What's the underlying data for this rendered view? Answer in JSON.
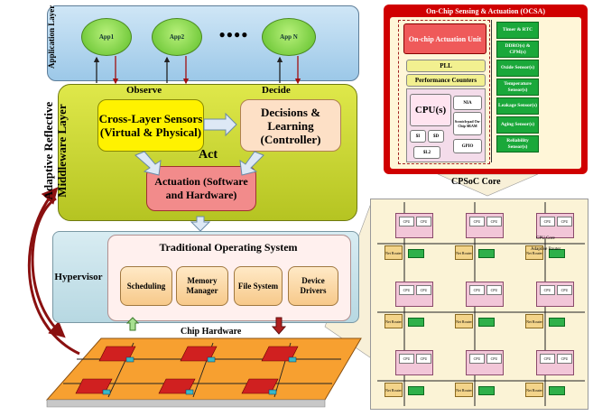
{
  "application_layer": {
    "label": "Application Layer",
    "apps": [
      "App1",
      "App2",
      "App N"
    ],
    "ellipsis": "●●●●"
  },
  "middleware": {
    "label": "Adaptive Reflective Middleware Layer",
    "observe": "Observe",
    "decide": "Decide",
    "act": "Act",
    "sensors": "Cross-Layer Sensors (Virtual & Physical)",
    "decisions": "Decisions & Learning (Controller)",
    "actuation": "Actuation (Software and Hardware)"
  },
  "os": {
    "hypervisor": "Hypervisor",
    "title": "Traditional Operating System",
    "components": [
      "Scheduling",
      "Memory Manager",
      "File System",
      "Device Drivers"
    ]
  },
  "chip_hardware": "Chip Hardware",
  "ocsa": {
    "title": "On-Chip Sensing & Actuation (OCSA)",
    "actuation_unit": "On-chip Actuation Unit",
    "pll": "PLL",
    "perf_counters": "Performance Counters",
    "cpu": "CPU(s)",
    "nia": "NIA",
    "scratchpad": "Scratch-pad On-Chip SRAM",
    "gpio": "GPIO",
    "cache": [
      "$I",
      "$D",
      "$L2"
    ],
    "sensors": [
      "Timer & RTC",
      "DDRO(s) & CPM(s)",
      "Oxide Sensor(s)",
      "Temperature Sensor(s)",
      "Leakage Sensor(s)",
      "Aging Sensor(s)",
      "Reliability Sensor(s)"
    ]
  },
  "cpsoc_core": "CPSoC Core",
  "mesh": {
    "cpu_label": "CPU",
    "router_label": "Net Router",
    "adaptive_router": "Adaptive Router",
    "cpu_core": "CPU Core"
  },
  "colors": {
    "app_layer": "#aed4ee",
    "middleware": "#c8d43a",
    "sensors_box": "#fff200",
    "decisions_box": "#fde0c6",
    "actuation_box": "#f28b8b",
    "os_bg": "#c7e2ea",
    "trad_os": "#fff0ee",
    "ocsa_red": "#d00000",
    "sensor_green": "#1aa83a",
    "chip_orange": "#f7a030"
  }
}
